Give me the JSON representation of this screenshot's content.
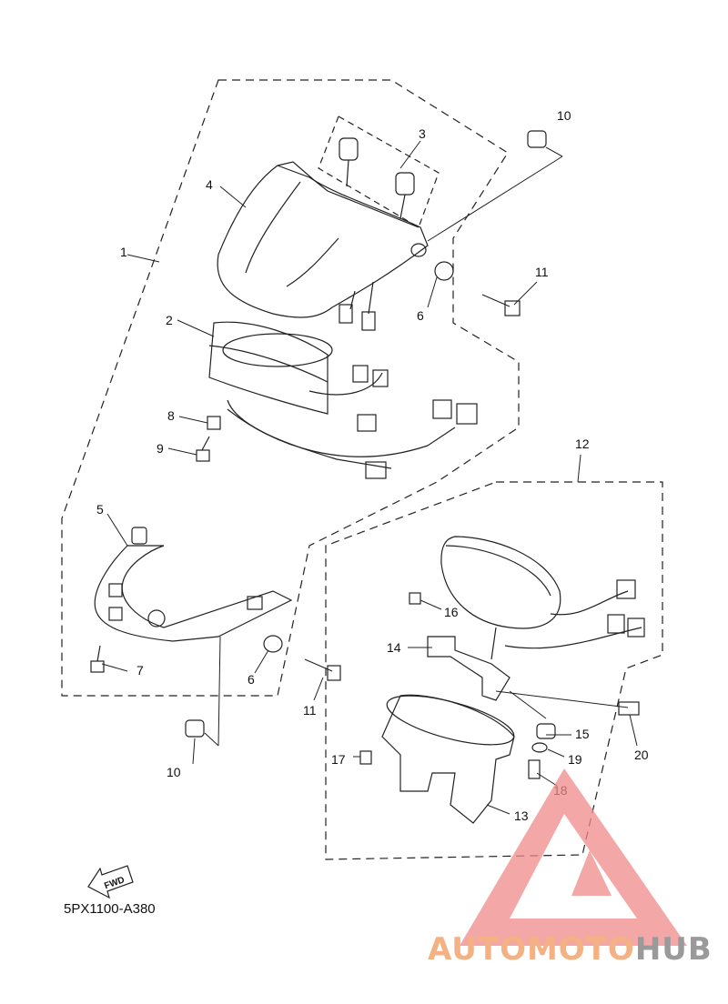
{
  "diagram_code": "5PX1100-A380",
  "fwd_label": "FWD",
  "brand": {
    "part1": "AUTOMOTO",
    "part2": "HUB",
    "color1": "#f4b183",
    "color2": "#9a9a9a",
    "logo_color": "#f08a8a"
  },
  "callouts": {
    "c1": "1",
    "c2": "2",
    "c3": "3",
    "c4": "4",
    "c5": "5",
    "c6a": "6",
    "c6b": "6",
    "c7": "7",
    "c8": "8",
    "c9": "9",
    "c10a": "10",
    "c10b": "10",
    "c11a": "11",
    "c11b": "11",
    "c12": "12",
    "c13": "13",
    "c14": "14",
    "c15": "15",
    "c16": "16",
    "c17": "17",
    "c18": "18",
    "c19": "19",
    "c20": "20"
  }
}
